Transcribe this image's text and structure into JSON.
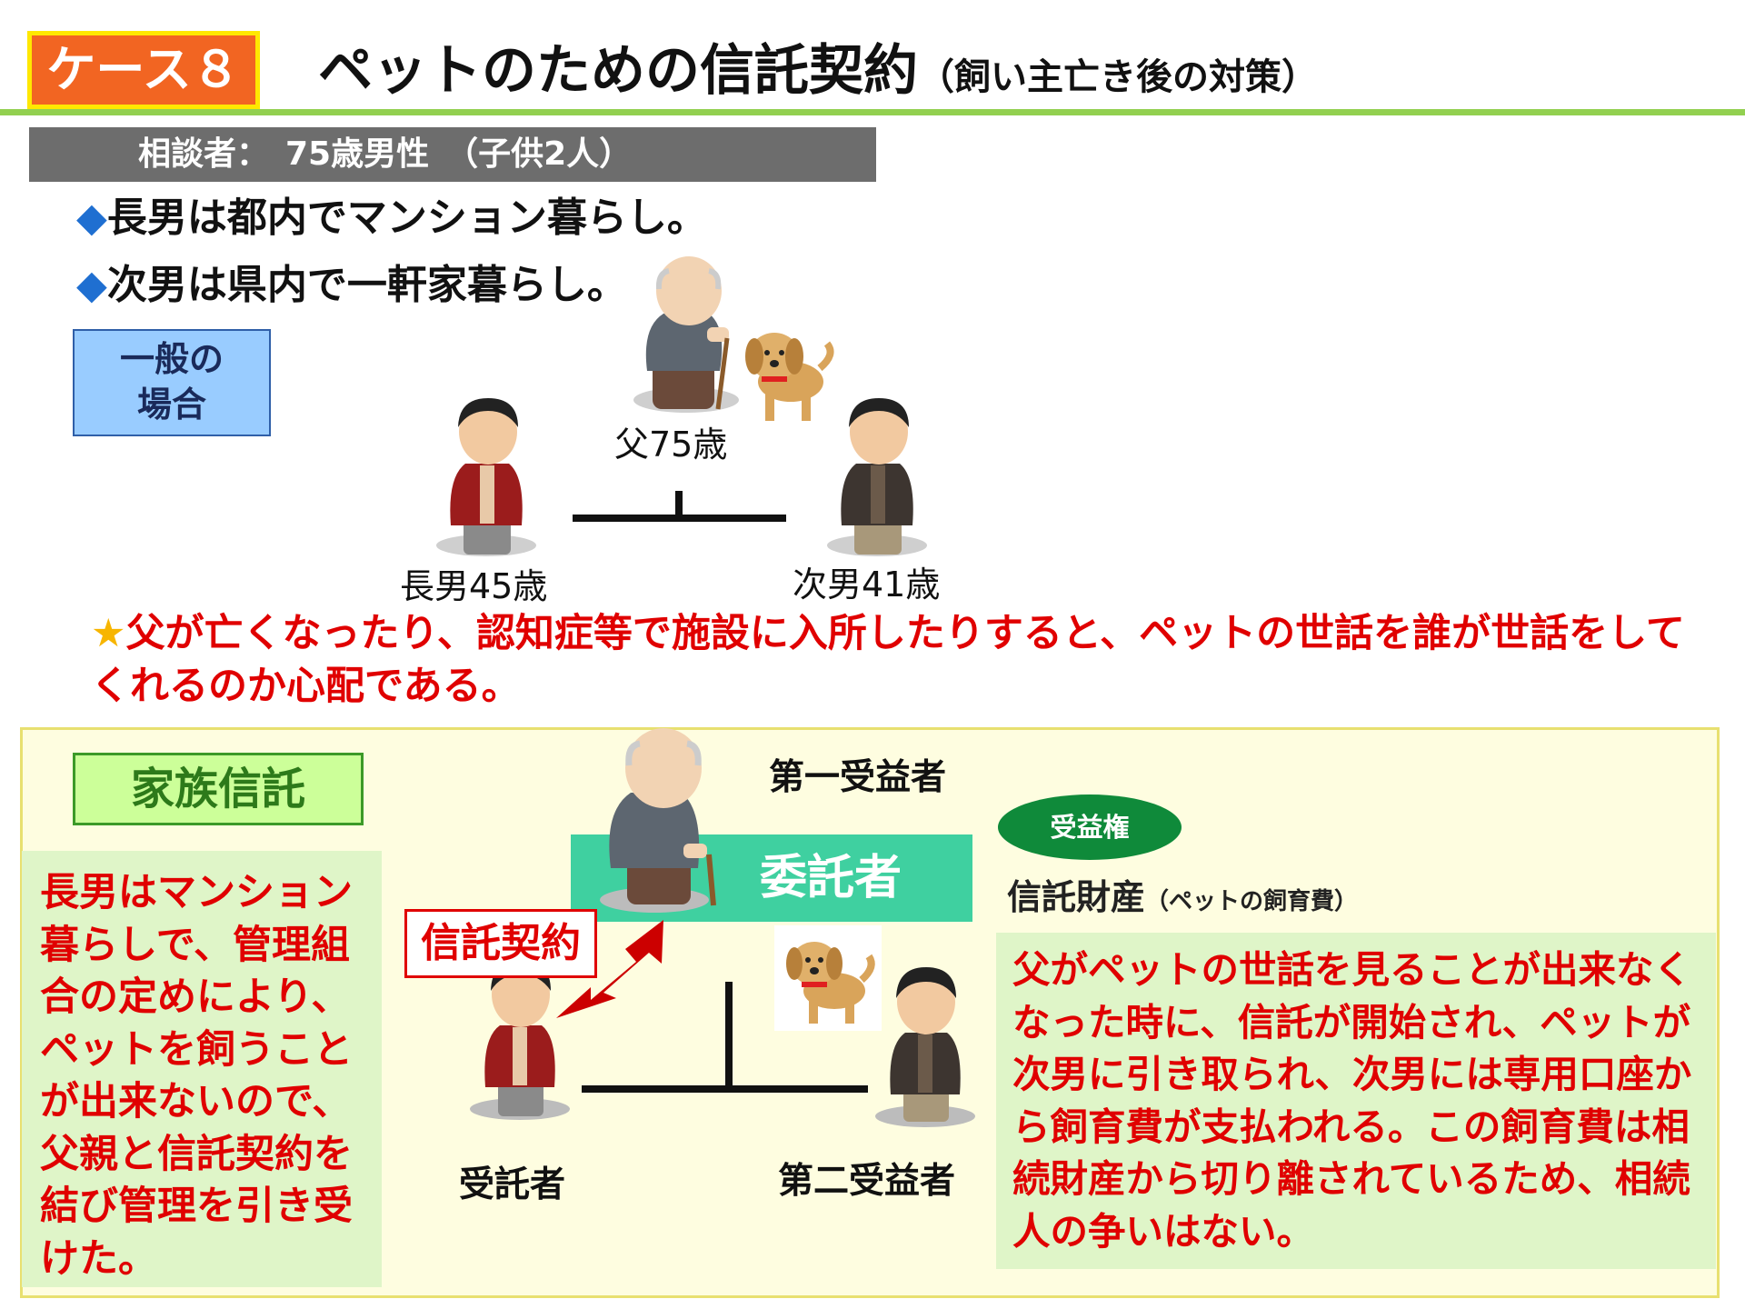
{
  "header": {
    "case_label": "ケース８",
    "title": "ペットのための信託契約",
    "title_sub": "（飼い主亡き後の対策）"
  },
  "client": {
    "text": "相談者：　75歳男性　（子供2人）"
  },
  "bullets": [
    {
      "marker": "◆",
      "text": "長男は都内でマンション暮らし。"
    },
    {
      "marker": "◆",
      "text": "次男は県内で一軒家暮らし。"
    }
  ],
  "general_case": {
    "line1": "一般の",
    "line2": "場合"
  },
  "family": {
    "father": "父75歳",
    "eldest": "長男45歳",
    "second": "次男41歳"
  },
  "warning": {
    "star": "★",
    "text": "父が亡くなったり、認知症等で施設に入所したりすると、ペットの世話を誰が世話をしてくれるのか心配である。"
  },
  "trust": {
    "label": "家族信託",
    "first_beneficiary": "第一受益者",
    "truster": "委託者",
    "contract": "信託契約",
    "trustee": "受託者",
    "second_beneficiary": "第二受益者",
    "benefit_right": "受益権",
    "property": "信託財産",
    "property_sub": "（ペットの飼育費）",
    "left_note": "長男はマンション暮らしで、管理組合の定めにより、ペットを飼うことが出来ないので、父親と信託契約を結び管理を引き受けた。",
    "right_note": "父がペットの世話を見ることが出来なくなった時に、信託が開始され、ペットが次男に引き取られ、次男には専用口座から飼育費が支払われる。この飼育費は相続財産から切り離されているため、相続人の争いはない。"
  },
  "icons": [
    "elderly-man-icon",
    "dog-icon",
    "son-icon",
    "arrow-icon"
  ],
  "colors": {
    "badge": "#f26522",
    "badge_border": "#ffe800",
    "rule": "#92d050",
    "warning": "#e00000",
    "truster_bar": "#3fd0a0",
    "benefit_badge": "#0f8a3a",
    "panel_bg": "#fefde0",
    "note_bg": "#dff5c8"
  }
}
